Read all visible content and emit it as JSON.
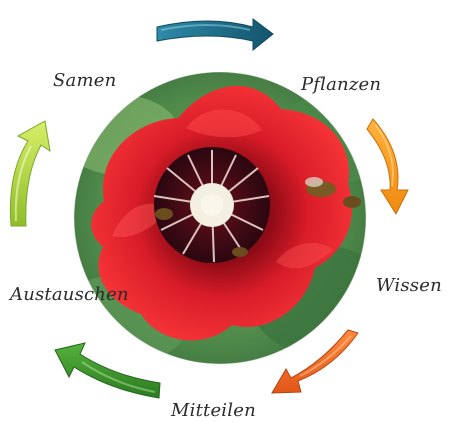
{
  "cycle": {
    "steps": [
      {
        "key": "samen",
        "label": "Samen"
      },
      {
        "key": "pflanzen",
        "label": "Pflanzen"
      },
      {
        "key": "wissen",
        "label": "Wissen"
      },
      {
        "key": "mitteilen",
        "label": "Mitteilen"
      },
      {
        "key": "austauschen",
        "label": "Austauschen"
      }
    ],
    "arrow_colors": {
      "samen_to_pflanzen": "#1f6f8b",
      "pflanzen_to_wissen": "#f59a12",
      "wissen_to_mitteilen": "#ef6a1c",
      "mitteilen_to_austauschen": "#3f9a2e",
      "austauschen_to_samen": "#a7cf3a"
    }
  },
  "photo": {
    "subject": "red poppy flower with bees",
    "colors": {
      "petal": "#d81c28",
      "petal_dark": "#8e0b16",
      "center": "#4a0a16",
      "stigma": "#f3efe1",
      "foliage": "#4f8a4a"
    }
  }
}
